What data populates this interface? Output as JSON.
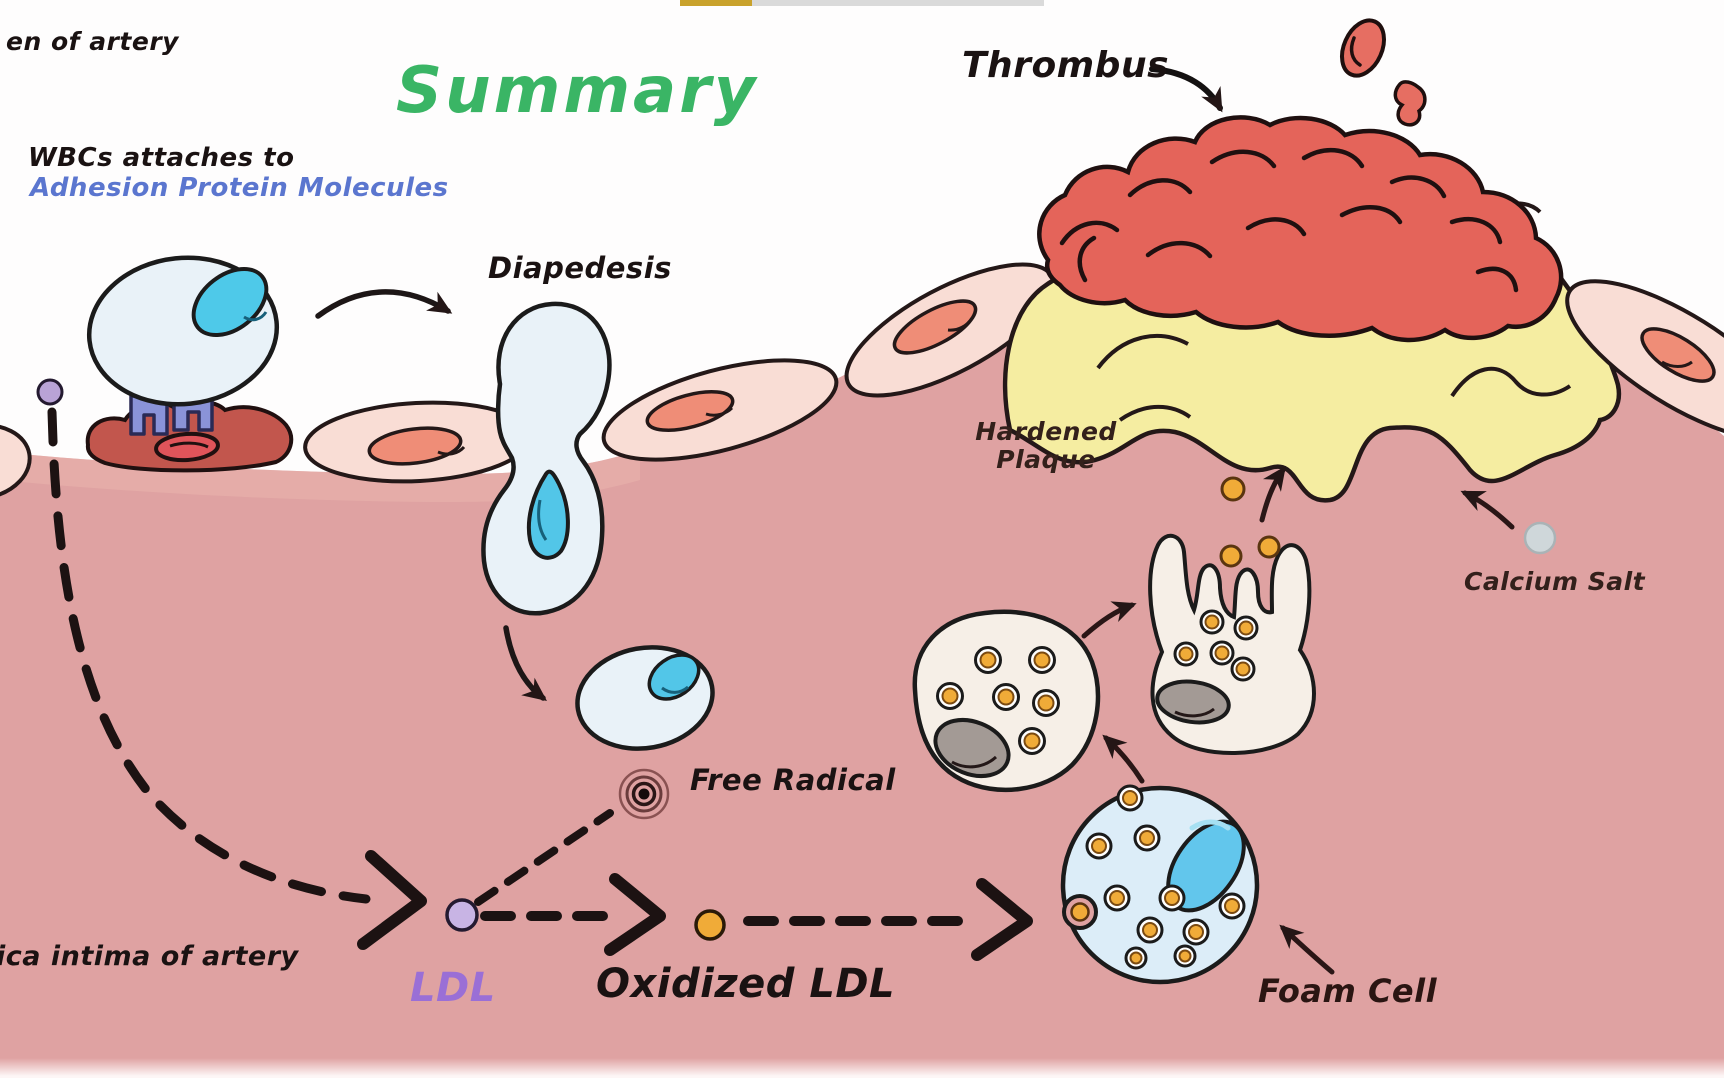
{
  "scene": {
    "title": "Summary",
    "labels": {
      "lumen_partial": "en of artery",
      "wbc_line1": "WBCs attaches to",
      "wbc_line2": "Adhesion Protein Molecules",
      "diapedesis": "Diapedesis",
      "thrombus": "Thrombus",
      "hardened_plaque_line1": "Hardened",
      "hardened_plaque_line2": "Plaque",
      "calcium_salt": "Calcium Salt",
      "free_radical": "Free Radical",
      "ldl": "LDL",
      "oxidized_ldl": "Oxidized LDL",
      "foam_cell": "Foam Cell",
      "tunica_intima_partial": "ica intima of artery"
    },
    "colors": {
      "title_green": "#3ab565",
      "adhesion_text_blue": "#5b76cf",
      "ldl_text_purple": "#9a6fd6",
      "label_dark": "#1a1212",
      "label_maroon": "#33201b",
      "tissue_pink": "#dfa2a2",
      "endothelium_fill": "#f9ddd5",
      "endothelium_nucleus": "#ef8d77",
      "wbc_fill": "#e9f2f8",
      "wbc_nucleus": "#4ec9e9",
      "activated_endothelium": "#c2564d",
      "adhesion_molecule": "#8a93d8",
      "thrombus_red": "#e4645a",
      "plaque_yellow": "#f5eda1",
      "foam_cell_cream": "#f6efe7",
      "foam_cell_blue": "#dcedf8",
      "lipid_droplet_orange": "#f0ab38",
      "calcium_salt_gray": "#cfd7da",
      "progress_bar_gold": "#c9a22c",
      "progress_bar_gray": "#dadada"
    }
  }
}
